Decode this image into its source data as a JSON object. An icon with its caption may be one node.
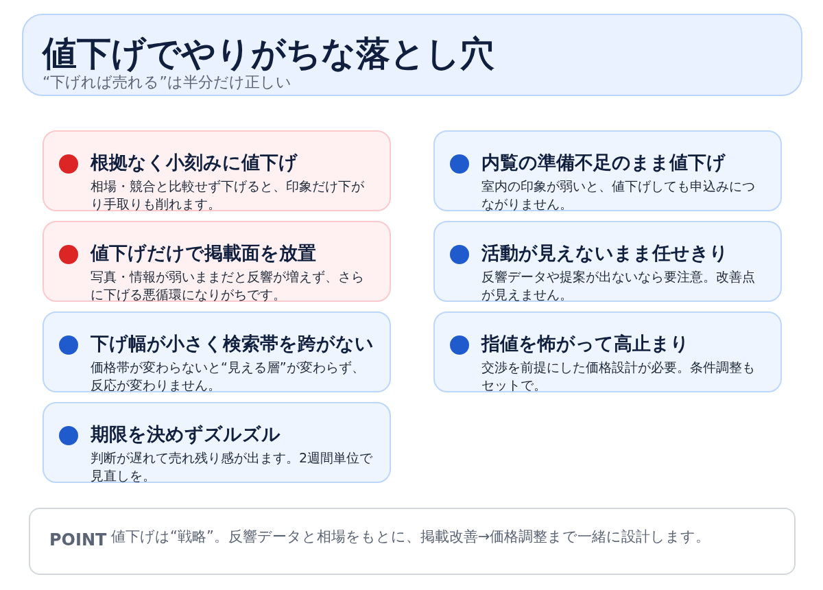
{
  "diagram": {
    "nodes": [
      {
        "text": [
          "値下げでやりがちな落とし穴",
          "“下げれば売れる”は半分だけ正しい"
        ]
      },
      {
        "text": [
          "根拠なく小刻みに値下げ",
          "相場・競合と比較せず下げると、印象だけ下がり手取りも削れます。"
        ]
      },
      {
        "text": [
          "内覧の準備不足のまま値下げ",
          "室内の印象が弱いと、値下げしても申込みにつながりません。"
        ]
      },
      {
        "text": [
          "値下げだけで掲載面を放置",
          "写真・情報が弱いままだと反響が増えず、さらに下げる悪循環になりがちです。"
        ]
      },
      {
        "text": [
          "活動が見えないまま任せきり",
          "反響データや提案が出ないなら要注意。改善点が見えません。"
        ]
      },
      {
        "text": [
          "下げ幅が小さく検索帯を跨がない",
          "価格帯が変わらないと“見える層”が変わらず、反応が変わりません。"
        ]
      },
      {
        "text": [
          "指値を怖がって高止まり",
          "交渉を前提にした価格設計が必要。条件調整もセットで。"
        ]
      },
      {
        "text": [
          "期限を決めずズルズル",
          "判断が遅れて売れ残り感が出ます。2週間単位で見直しを。"
        ]
      },
      {
        "text": [
          "POINT",
          "値下げは“戦略”。反響データと相場をもとに、掲載改善→価格調整まで一緒に設計します。"
        ]
      }
    ]
  }
}
